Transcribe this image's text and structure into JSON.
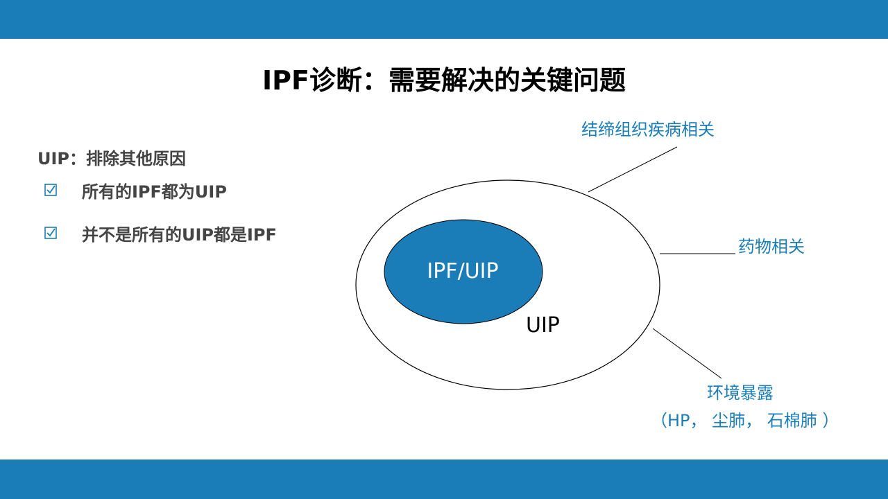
{
  "slide": {
    "title": "IPF诊断：需要解决的关键问题",
    "subtitle": "UIP：排除其他原因",
    "bullets": [
      "所有的IPF都为UIP",
      "并不是所有的UIP都是IPF"
    ],
    "bullet_icon": "checkbox-icon"
  },
  "diagram": {
    "inner_label": "IPF/UIP",
    "outer_label": "UIP",
    "causes": {
      "connective_tissue": "结缔组织疾病相关",
      "drug": "药物相关",
      "environment": "环境暴露",
      "environment_detail": "（HP， 尘肺， 石棉肺 ）"
    }
  },
  "colors": {
    "accent": "#1a7db8",
    "text": "#444444",
    "title": "#000000"
  }
}
